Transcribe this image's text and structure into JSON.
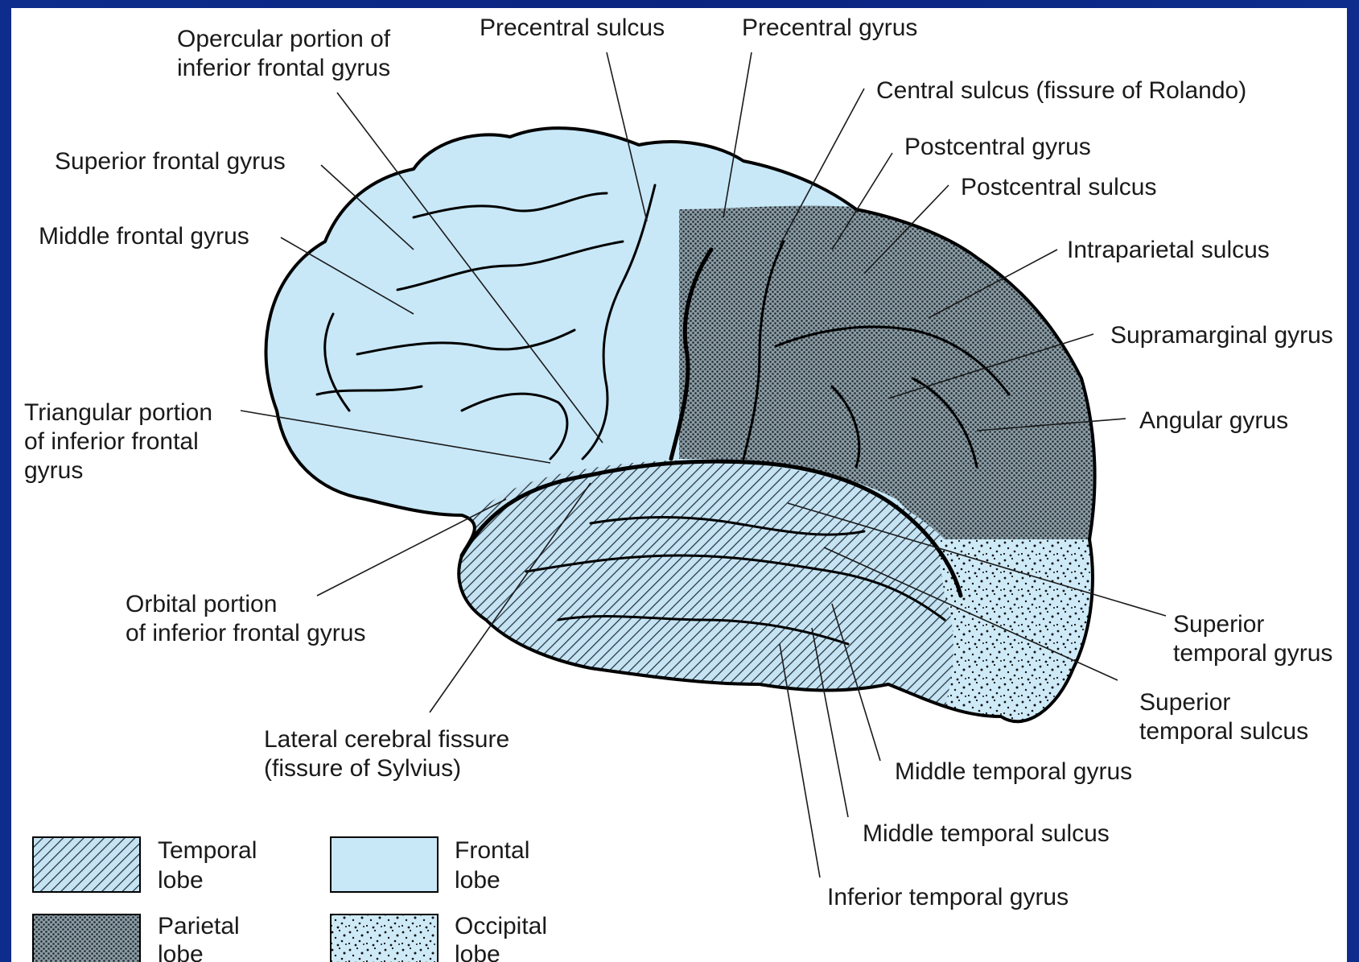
{
  "colors": {
    "frame_background": "#0b2684",
    "frontal_fill": "#c8e8f8",
    "parietal_fill": "#7b8a90",
    "temporal_fill": "#9fc3d6",
    "occipital_fill": "#cfe9f6"
  },
  "labels": {
    "opercular": [
      "Opercular portion of",
      "inferior frontal gyrus"
    ],
    "precentral_sulcus": [
      "Precentral sulcus"
    ],
    "precentral_gyrus": [
      "Precentral gyrus"
    ],
    "central_sulcus": [
      "Central sulcus (fissure of Rolando)"
    ],
    "superior_frontal": [
      "Superior frontal gyrus"
    ],
    "postcentral_gyrus": [
      "Postcentral gyrus"
    ],
    "postcentral_sulcus": [
      "Postcentral sulcus"
    ],
    "middle_frontal": [
      "Middle frontal gyrus"
    ],
    "intraparietal": [
      "Intraparietal sulcus"
    ],
    "supramarginal": [
      "Supramarginal gyrus"
    ],
    "triangular": [
      "Triangular portion",
      "of inferior frontal",
      "gyrus"
    ],
    "angular": [
      "Angular gyrus"
    ],
    "orbital": [
      "Orbital portion",
      "of inferior frontal gyrus"
    ],
    "superior_temporal_gyrus": [
      "Superior",
      "temporal gyrus"
    ],
    "superior_temporal_sulcus": [
      "Superior",
      "temporal sulcus"
    ],
    "lateral_fissure": [
      "Lateral cerebral fissure",
      "(fissure of Sylvius)"
    ],
    "middle_temporal_gyrus": [
      "Middle temporal gyrus"
    ],
    "middle_temporal_sulcus": [
      "Middle temporal sulcus"
    ],
    "inferior_temporal_gyrus": [
      "Inferior temporal gyrus"
    ]
  },
  "legend": {
    "temporal": [
      "Temporal",
      "lobe"
    ],
    "frontal": [
      "Frontal",
      "lobe"
    ],
    "parietal": [
      "Parietal",
      "lobe"
    ],
    "occipital": [
      "Occipital",
      "lobe"
    ]
  }
}
